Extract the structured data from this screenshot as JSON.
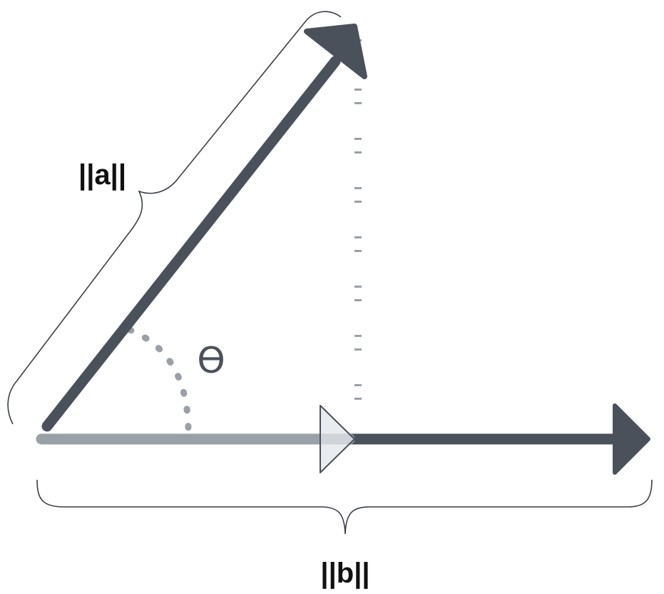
{
  "labels": {
    "vector_a_magnitude": "||a||",
    "vector_b_magnitude": "||b||",
    "angle": "ϴ"
  },
  "colors": {
    "vector": "#4b515b",
    "projection": "#9aa0a8",
    "projection_head": "#e2e4e8",
    "guide": "#9aa0a8",
    "brace": "#3a3f47"
  }
}
